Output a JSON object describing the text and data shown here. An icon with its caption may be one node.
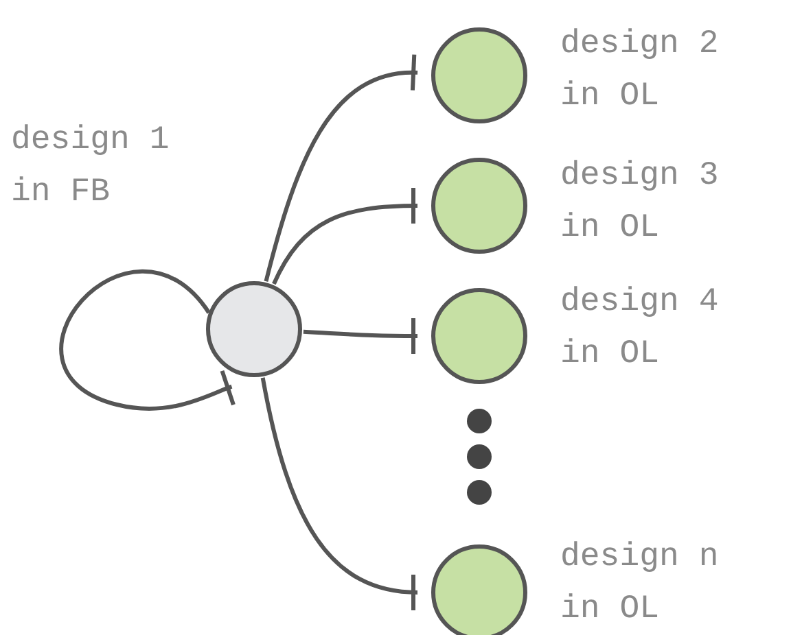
{
  "diagram": {
    "nodes": [
      {
        "text": [],
        "shape": "circle",
        "beside": [
          "design 1 in FB"
        ]
      },
      {
        "text": [],
        "shape": "circle",
        "beside": [
          "design 2 in OL"
        ]
      },
      {
        "text": [],
        "shape": "circle",
        "beside": [
          "design 3 in OL"
        ]
      },
      {
        "text": [],
        "shape": "circle",
        "beside": [
          "design 4 in OL"
        ]
      },
      {
        "text": [],
        "shape": "circle",
        "beside": [
          "design n in OL"
        ]
      }
    ],
    "edges": [
      {
        "from": 0,
        "to": 0,
        "arrow": "other"
      },
      {
        "from": 0,
        "to": 1,
        "arrow": "other"
      },
      {
        "from": 0,
        "to": 2,
        "arrow": "other"
      },
      {
        "from": 0,
        "to": 3,
        "arrow": "other"
      },
      {
        "from": 0,
        "to": 4,
        "arrow": "other"
      }
    ]
  }
}
